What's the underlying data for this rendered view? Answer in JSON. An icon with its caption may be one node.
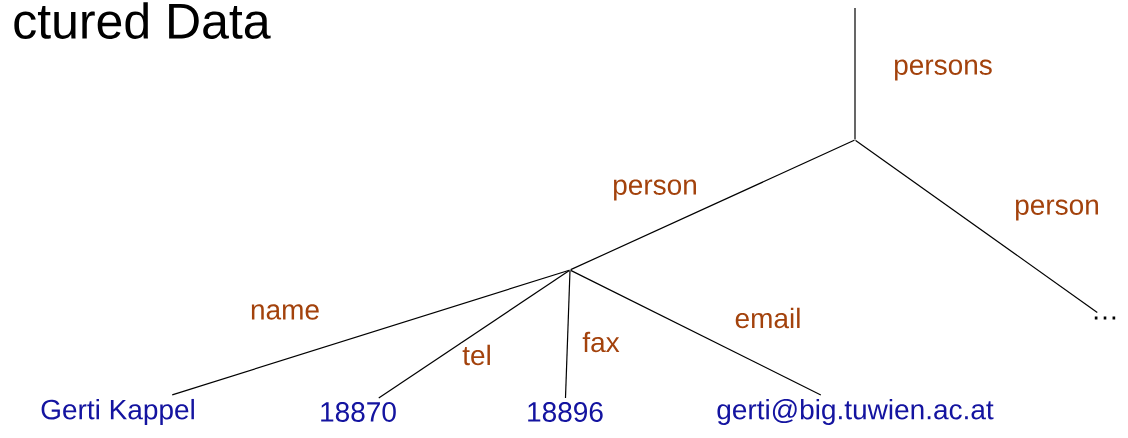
{
  "diagram": {
    "title": "ctured Data",
    "nodes": [
      {
        "text": [],
        "shape": "point"
      },
      {
        "text": [],
        "shape": "point"
      },
      {
        "text": [
          "…"
        ]
      },
      {
        "text": [
          "Gerti Kappel"
        ]
      },
      {
        "text": [
          "18870"
        ]
      },
      {
        "text": [
          "18896"
        ]
      },
      {
        "text": [
          "gerti@big.tuwien.ac.at"
        ]
      }
    ],
    "edges": [
      {
        "from": null,
        "to": 0,
        "arrow": "none",
        "label": "persons"
      },
      {
        "from": 0,
        "to": 1,
        "arrow": "none",
        "label": "person"
      },
      {
        "from": 0,
        "to": 2,
        "arrow": "none",
        "label": "person"
      },
      {
        "from": 1,
        "to": 3,
        "arrow": "none",
        "label": "name"
      },
      {
        "from": 1,
        "to": 4,
        "arrow": "none",
        "label": "tel"
      },
      {
        "from": 1,
        "to": 5,
        "arrow": "none",
        "label": "fax"
      },
      {
        "from": 1,
        "to": 6,
        "arrow": "none",
        "label": "email"
      }
    ]
  }
}
